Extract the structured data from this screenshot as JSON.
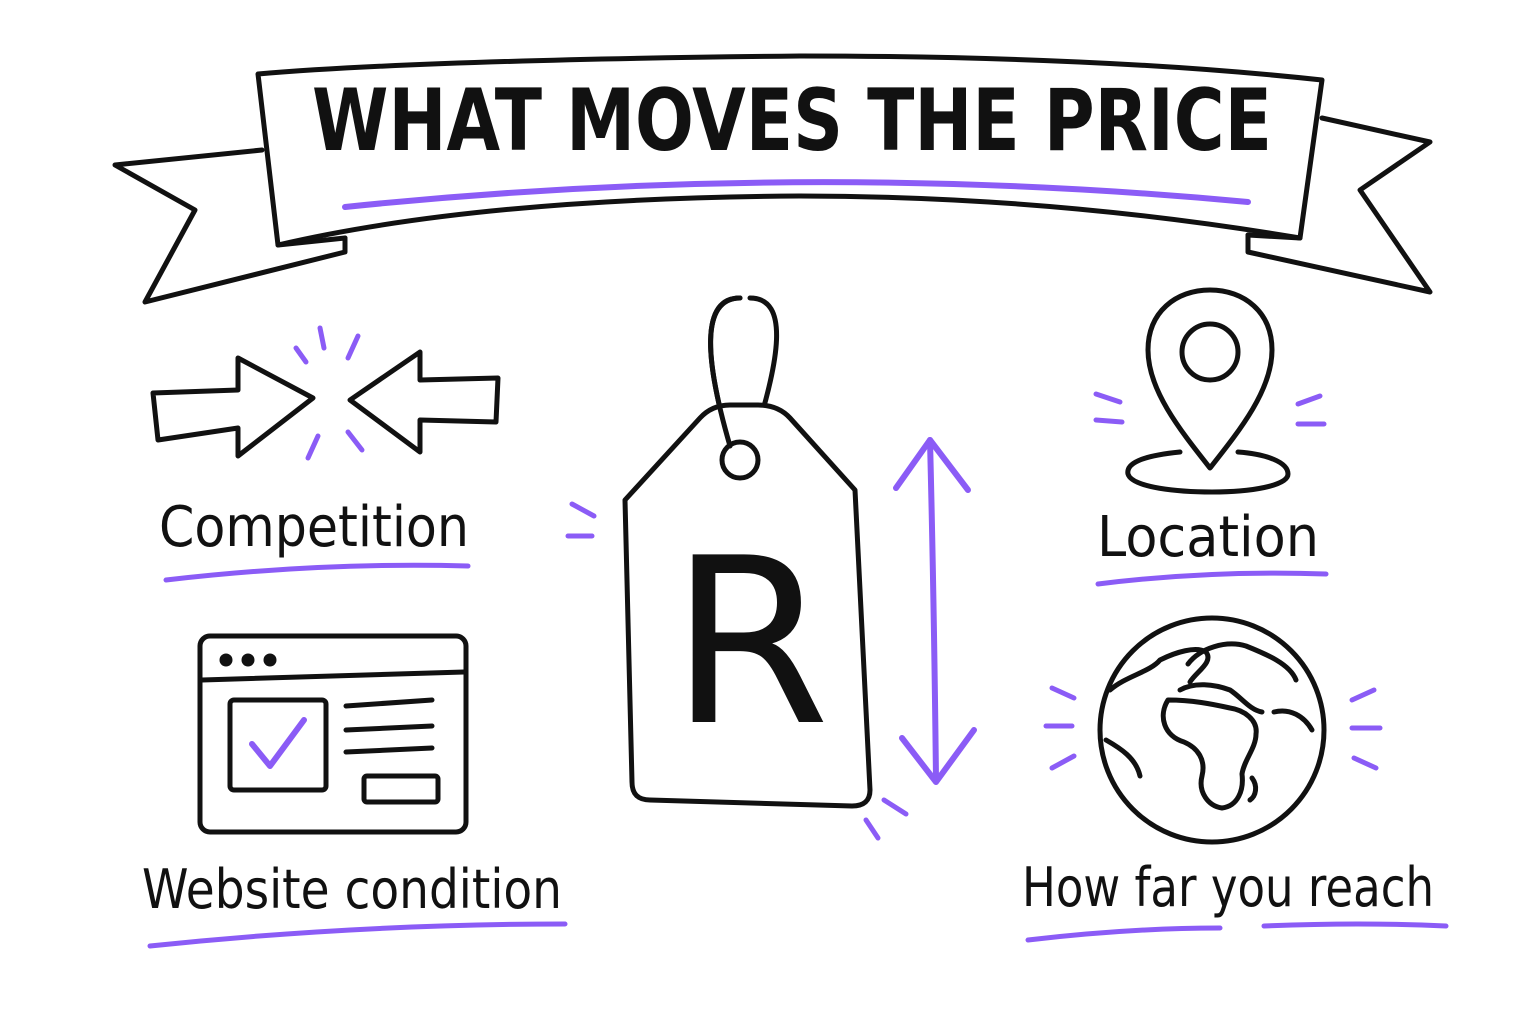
{
  "banner": {
    "title": "WHAT MOVES THE PRICE"
  },
  "tag": {
    "letter": "R"
  },
  "factors": {
    "competition": {
      "label": "Competition"
    },
    "website": {
      "label": "Website condition"
    },
    "location": {
      "label": "Location"
    },
    "reach": {
      "label": "How far you reach"
    }
  },
  "colors": {
    "ink": "#111111",
    "accent": "#8b5cf6"
  },
  "icons": {
    "competition": "converging-arrows-icon",
    "website": "browser-window-icon",
    "location": "map-pin-icon",
    "reach": "globe-icon",
    "price": "price-tag-icon",
    "movement": "up-down-arrow-icon"
  }
}
